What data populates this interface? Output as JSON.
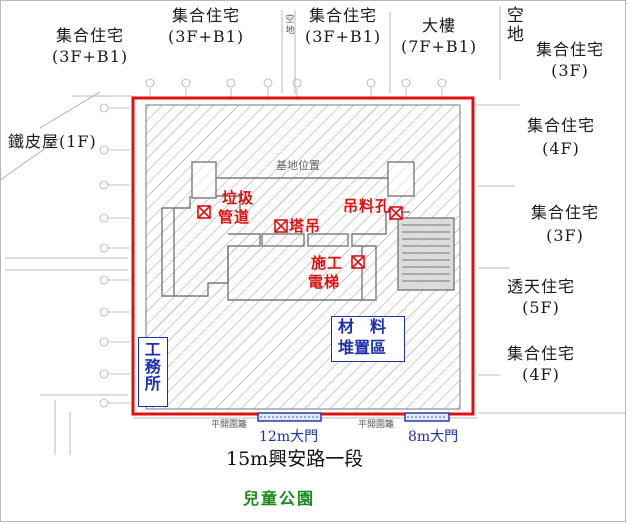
{
  "neighbors": {
    "top_left_1": {
      "line1": "集合住宅",
      "line2": "(3F+B1)"
    },
    "top_left_2": {
      "line1": "集合住宅",
      "line2": "(3F+B1)"
    },
    "top_mid": {
      "line1": "集合住宅",
      "line2": "(3F+B1)"
    },
    "top_right_tall": {
      "line1": "大樓",
      "line2": "(7F+B1)"
    },
    "top_right_void": "空地",
    "right_1": {
      "line1": "集合住宅",
      "line2": "(3F)"
    },
    "right_2": {
      "line1": "集合住宅",
      "line2": "(4F)"
    },
    "right_3": {
      "line1": "集合住宅",
      "line2": "(3F)"
    },
    "right_4": {
      "line1": "透天住宅",
      "line2": "(5F)"
    },
    "right_5": {
      "line1": "集合住宅",
      "line2": "(4F)"
    },
    "left_1": "鐵皮屋(1F)"
  },
  "site": {
    "base_label": "基地位置",
    "garbage_chute": {
      "line1": "垃圾",
      "line2": "管道"
    },
    "tower_crane": "塔吊",
    "hoist_hole": "吊料孔",
    "construction_elevator": {
      "line1": "施工",
      "line2": "電梯"
    },
    "material_storage": {
      "line1": "材　料",
      "line2": "堆置區"
    },
    "site_office": "工務所",
    "gate_12m": "12m大門",
    "gate_8m": "8m大門",
    "small_label": "平開圍籬"
  },
  "road": "15m興安路一段",
  "park": "兒童公園",
  "colors": {
    "site_boundary": "#e01010",
    "annotation_blue": "#1c2fae",
    "park_green": "#1a8a1a"
  }
}
